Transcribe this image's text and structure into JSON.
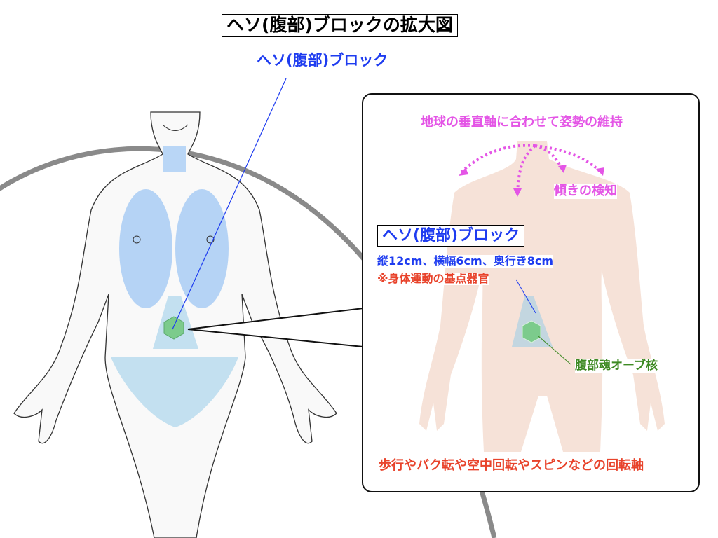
{
  "title": "ヘソ(腹部)ブロックの拡大図",
  "top_label": "ヘソ(腹部)ブロック",
  "panel": {
    "tilt_caption": "地球の垂直軸に合わせて姿勢の維持",
    "tilt_detect": "傾きの検知",
    "block_name": "ヘソ(腹部)ブロック",
    "dimensions": "縦12cm、横幅6cm、奥行き8cm",
    "organ_note": "※身体運動の基点器官",
    "orb_core": "腹部魂オーブ核",
    "rotation_axis": "歩行やバク転や空中回転やスピンなどの回転軸"
  },
  "colors": {
    "blue": "#1e3cf0",
    "pink": "#e455e6",
    "red": "#e8432b",
    "green": "#3e8a24",
    "skin": "#f6e2d8",
    "organ": "#a9cdf5"
  }
}
